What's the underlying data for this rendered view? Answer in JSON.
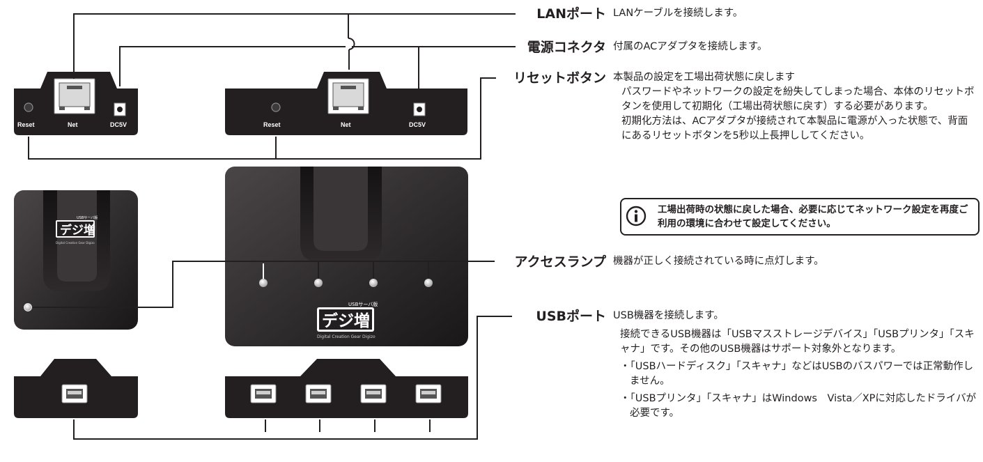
{
  "ports": {
    "lan": {
      "title": "LANポート",
      "desc": [
        "LANケーブルを接続します。"
      ]
    },
    "power": {
      "title": "電源コネクタ",
      "desc": [
        "付属のACアダプタを接続します。"
      ]
    },
    "reset": {
      "title": "リセットボタン",
      "desc": [
        "本製品の設定を工場出荷状態に戻します",
        "パスワードやネットワークの設定を紛失してしまった場合、本体のリセットボタンを使用して初期化（工場出荷状態に戻す）する必要があります。",
        "初期化方法は、ACアダプタが接続されて本製品に電源が入った状態で、背面にあるリセットボタンを5秒以上長押ししてください。"
      ],
      "note": "工場出荷時の状態に戻した場合、必要に応じてネットワーク設定を再度ご利用の環境に合わせて設定してください。"
    },
    "lamp": {
      "title": "アクセスランプ",
      "desc": [
        "機器が正しく接続されている時に点灯します。"
      ]
    },
    "usb": {
      "title": "USBポート",
      "desc": [
        "USB機器を接続します。",
        "接続できるUSB機器は「USBマスストレージデバイス」「USBプリンタ」「スキャナ」です。その他のUSB機器はサポート対象外となります。"
      ],
      "bullets": [
        "・「USBハードディスク」「スキャナ」などはUSBのバスパワーでは正常動作しません。",
        "・「USBプリンタ」「スキャナ」はWindows　Vista／XPに対応したドライバが必要です。"
      ]
    }
  },
  "device_labels": {
    "reset": "Reset",
    "net": "Net",
    "dc": "DC5V"
  },
  "logo": {
    "sub": "USBサーバ版",
    "main": "デジ増",
    "tagline": "Digital Creation Gear Digizo"
  },
  "colors": {
    "device": "#231f20",
    "line": "#231f20",
    "face": "#3a3637"
  },
  "icons": {
    "note": "info-icon",
    "usb_port": "usb-port-icon",
    "lan_jack": "lan-jack-icon"
  }
}
